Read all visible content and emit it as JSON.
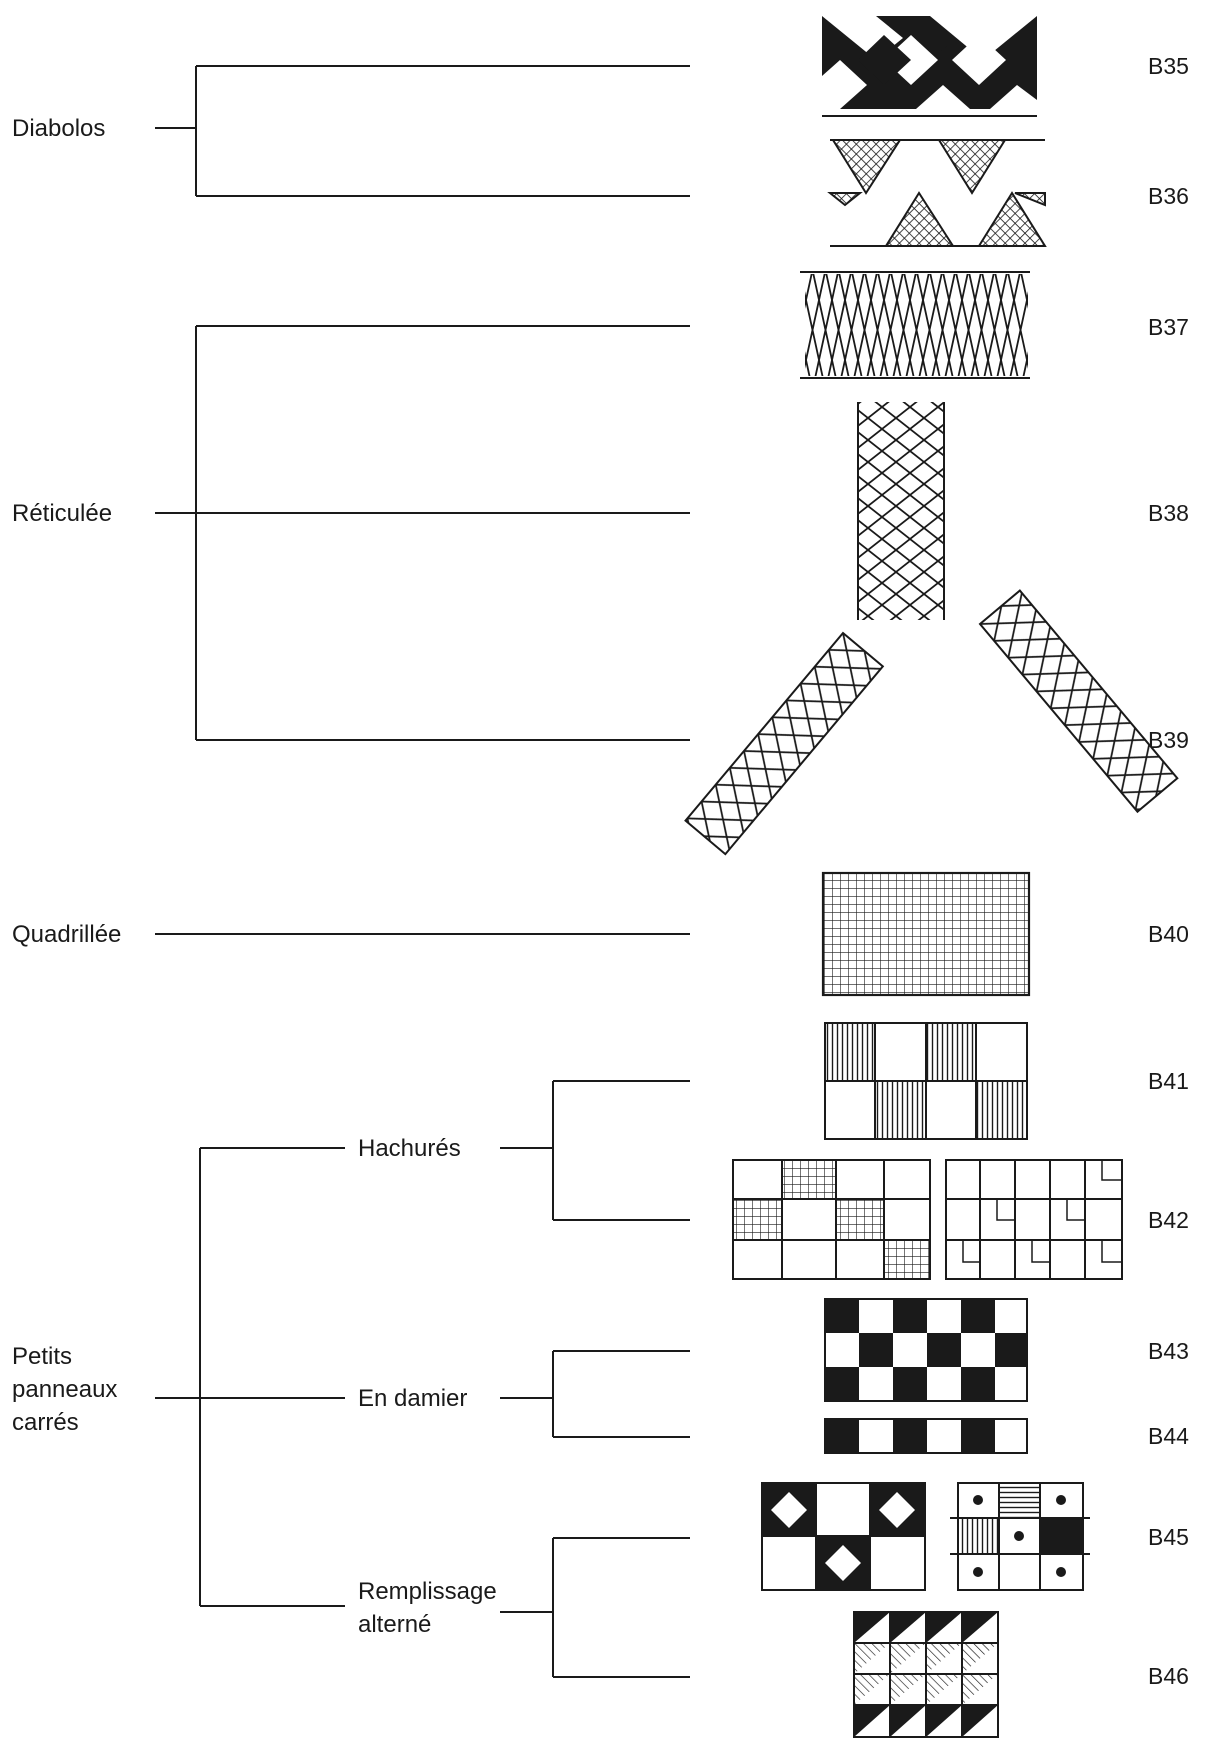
{
  "categories": {
    "diabolos": "Diabolos",
    "reticulee": "Réticulée",
    "quadrillee": "Quadrillée",
    "petits_line1": "Petits",
    "petits_line2": "panneaux",
    "petits_line3": "carrés"
  },
  "subcategories": {
    "hachures": "Hachurés",
    "en_damier": "En damier",
    "remplissage_line1": "Remplissage",
    "remplissage_line2": "alterné"
  },
  "codes": {
    "b35": "B35",
    "b36": "B36",
    "b37": "B37",
    "b38": "B38",
    "b39": "B39",
    "b40": "B40",
    "b41": "B41",
    "b42": "B42",
    "b43": "B43",
    "b44": "B44",
    "b45": "B45",
    "b46": "B46"
  },
  "colors": {
    "ink": "#1a1a1a",
    "paper": "#ffffff"
  }
}
